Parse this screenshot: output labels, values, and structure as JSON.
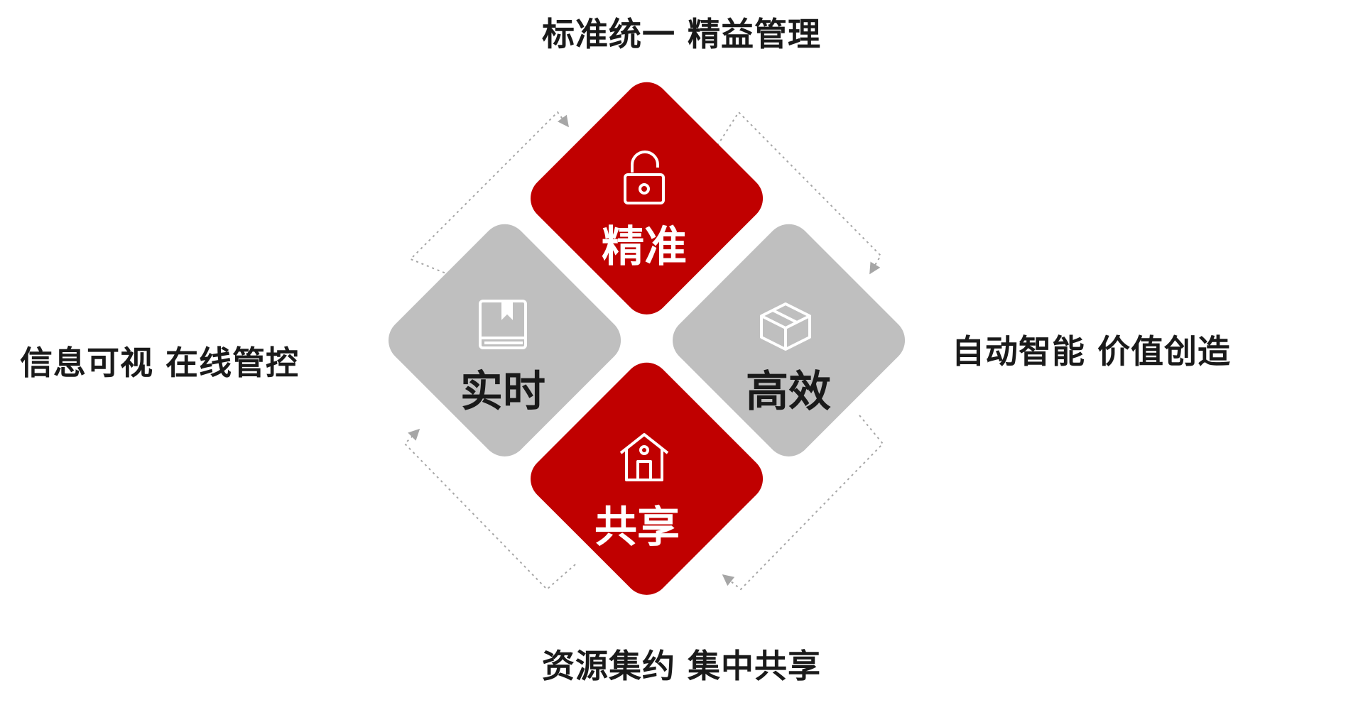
{
  "captions": {
    "top": "标准统一 精益管理",
    "bottom": "资源集约 集中共享",
    "left": "信息可视 在线管控",
    "right": "自动智能 价值创造"
  },
  "diamonds": [
    {
      "id": "precise",
      "label": "精准",
      "icon": "unlock-icon",
      "color": "#c00000",
      "text_color": "#ffffff"
    },
    {
      "id": "realtime",
      "label": "实时",
      "icon": "book-icon",
      "color": "#bfbfbf",
      "text_color": "#1a1a1a"
    },
    {
      "id": "efficient",
      "label": "高效",
      "icon": "box-icon",
      "color": "#bfbfbf",
      "text_color": "#1a1a1a"
    },
    {
      "id": "shared",
      "label": "共享",
      "icon": "house-icon",
      "color": "#c00000",
      "text_color": "#ffffff"
    }
  ],
  "colors": {
    "accent": "#c00000",
    "neutral": "#bfbfbf",
    "connector": "#a6a6a6"
  }
}
